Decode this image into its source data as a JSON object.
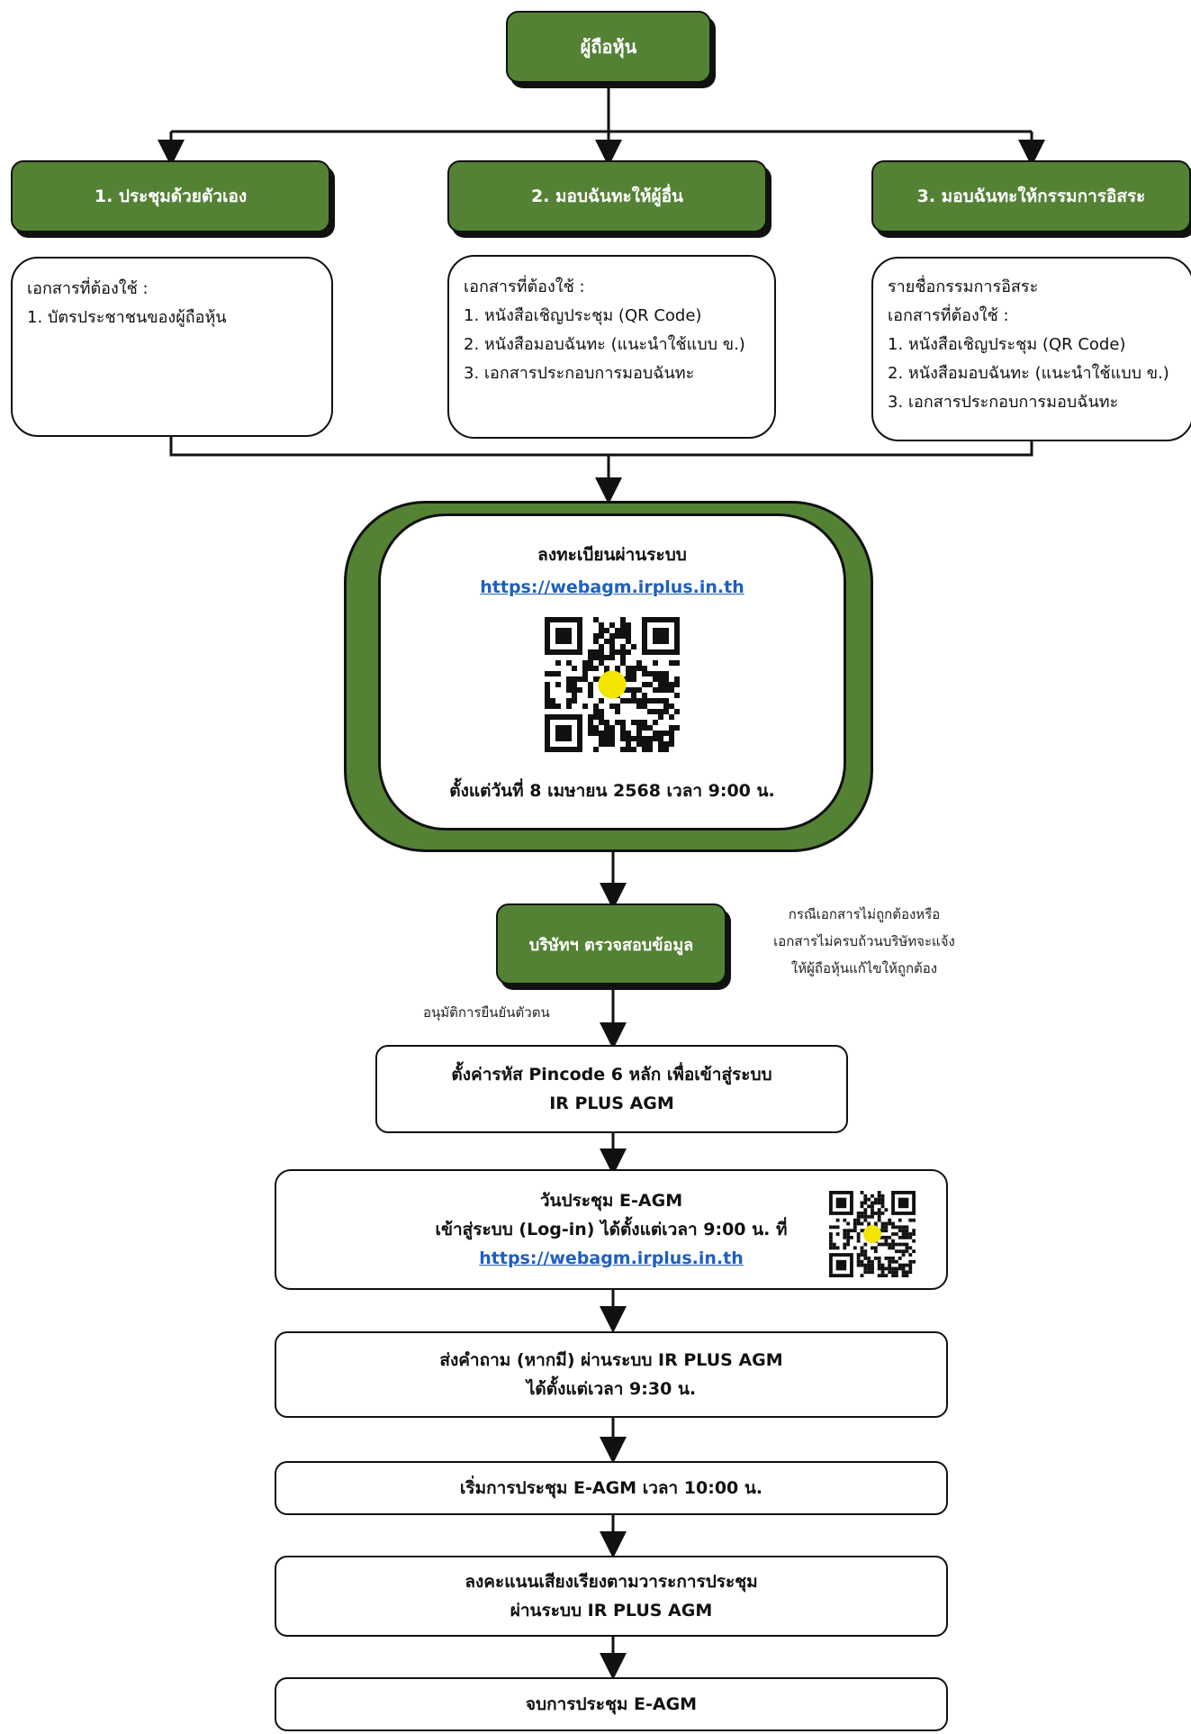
{
  "top": {
    "label": "ผู้ถือหุ้น"
  },
  "options": [
    {
      "label": "1. ประชุมด้วยตัวเอง",
      "lines": [
        "เอกสารที่ต้องใช้ :",
        "1. บัตรประชาชนของผู้ถือหุ้น"
      ]
    },
    {
      "label": "2. มอบฉันทะให้ผู้อื่น",
      "lines": [
        "เอกสารที่ต้องใช้ :",
        "1.  หนังสือเชิญประชุม (QR Code)",
        "2. หนังสือมอบฉันทะ (แนะนำใช้แบบ ข.)",
        "3. เอกสารประกอบการมอบฉันทะ"
      ]
    },
    {
      "label": "3. มอบฉันทะให้กรรมการอิสระ",
      "lines": [
        "รายชื่อกรรมการอิสระ",
        "เอกสารที่ต้องใช้ :",
        "1.  หนังสือเชิญประชุม (QR Code)",
        "2. หนังสือมอบฉันทะ (แนะนำใช้แบบ ข.)",
        "3. เอกสารประกอบการมอบฉันทะ"
      ]
    }
  ],
  "register": {
    "title": "ลงทะเบียนผ่านระบบ",
    "url": "https://webagm.irplus.in.th",
    "date": "ตั้งแต่วันที่ 8 เมษายน 2568  เวลา 9:00 น."
  },
  "verify": {
    "label": "บริษัทฯ ตรวจสอบข้อมูล",
    "note": [
      "กรณีเอกสารไม่ถูกต้องหรือ",
      "เอกสารไม่ครบถ้วนบริษัทจะแจ้ง",
      "ให้ผู้ถือหุ้นแก้ไขให้ถูกต้อง"
    ],
    "approve": "อนุมัติการยืนยันตัวตน"
  },
  "pincode": {
    "line1": "ตั้งค่ารหัส Pincode 6 หลัก เพื่อเข้าสู่ระบบ",
    "line2": "IR PLUS AGM"
  },
  "meeting_day": {
    "line1": "วันประชุม E-AGM",
    "line2": "เข้าสู่ระบบ (Log-in) ได้ตั้งแต่เวลา 9:00 น. ที่",
    "url": "https://webagm.irplus.in.th"
  },
  "questions": {
    "line1": "ส่งคำถาม (หากมี) ผ่านระบบ IR PLUS AGM",
    "line2": "ได้ตั้งแต่เวลา 9:30 น."
  },
  "start": {
    "line1": "เริ่มการประชุม E-AGM เวลา 10:00 น."
  },
  "vote": {
    "line1": "ลงคะแนนเสียงเรียงตามวาระการประชุม",
    "line2": "ผ่านระบบ IR PLUS AGM"
  },
  "end": {
    "line1": "จบการประชุม E-AGM"
  },
  "colors": {
    "green": "#548235",
    "link": "#1f5fbf",
    "qr_center": "#f2e600"
  }
}
